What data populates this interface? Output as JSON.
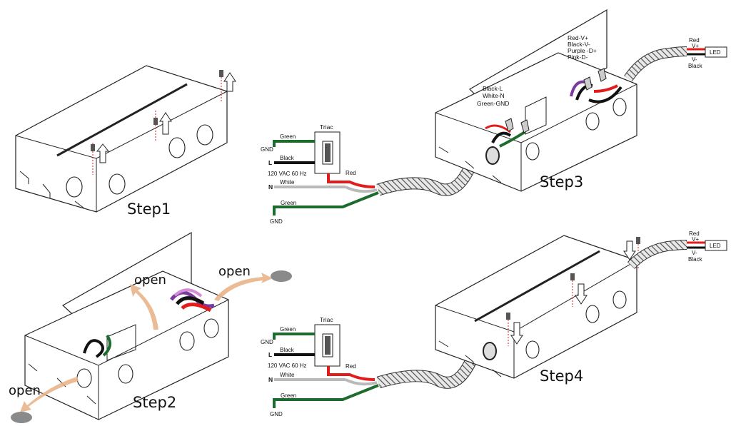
{
  "steps": {
    "step1": "Step1",
    "step2": "Step2",
    "step3": "Step3",
    "step4": "Step4"
  },
  "open_labels": {
    "left": "open",
    "middle": "open",
    "right": "open"
  },
  "wiring": {
    "triac": "Triac",
    "green": "Green",
    "gnd": "GND",
    "black": "Black",
    "l": "L",
    "supply": "120 VAC  60 Hz",
    "n": "N",
    "white": "White",
    "red": "Red"
  },
  "box_labels": {
    "input": [
      "Black-L",
      "White-N",
      "Green-GND"
    ],
    "output": [
      "Red-V+",
      "Black-V-",
      "Purple -D+",
      "Pink-D-"
    ]
  },
  "led": {
    "led": "LED",
    "red": "Red",
    "vplus": "V+",
    "vminus": "V-",
    "black": "Black"
  },
  "colors": {
    "green_wire": "#1e6b2e",
    "black_wire": "#111111",
    "white_wire": "#b9b9b9",
    "red_wire": "#e31b1b",
    "purple_wire": "#7a3aa0",
    "pink_wire": "#d28fd6",
    "arrow": "#e8b48a",
    "plug": "#8a8a8a"
  }
}
